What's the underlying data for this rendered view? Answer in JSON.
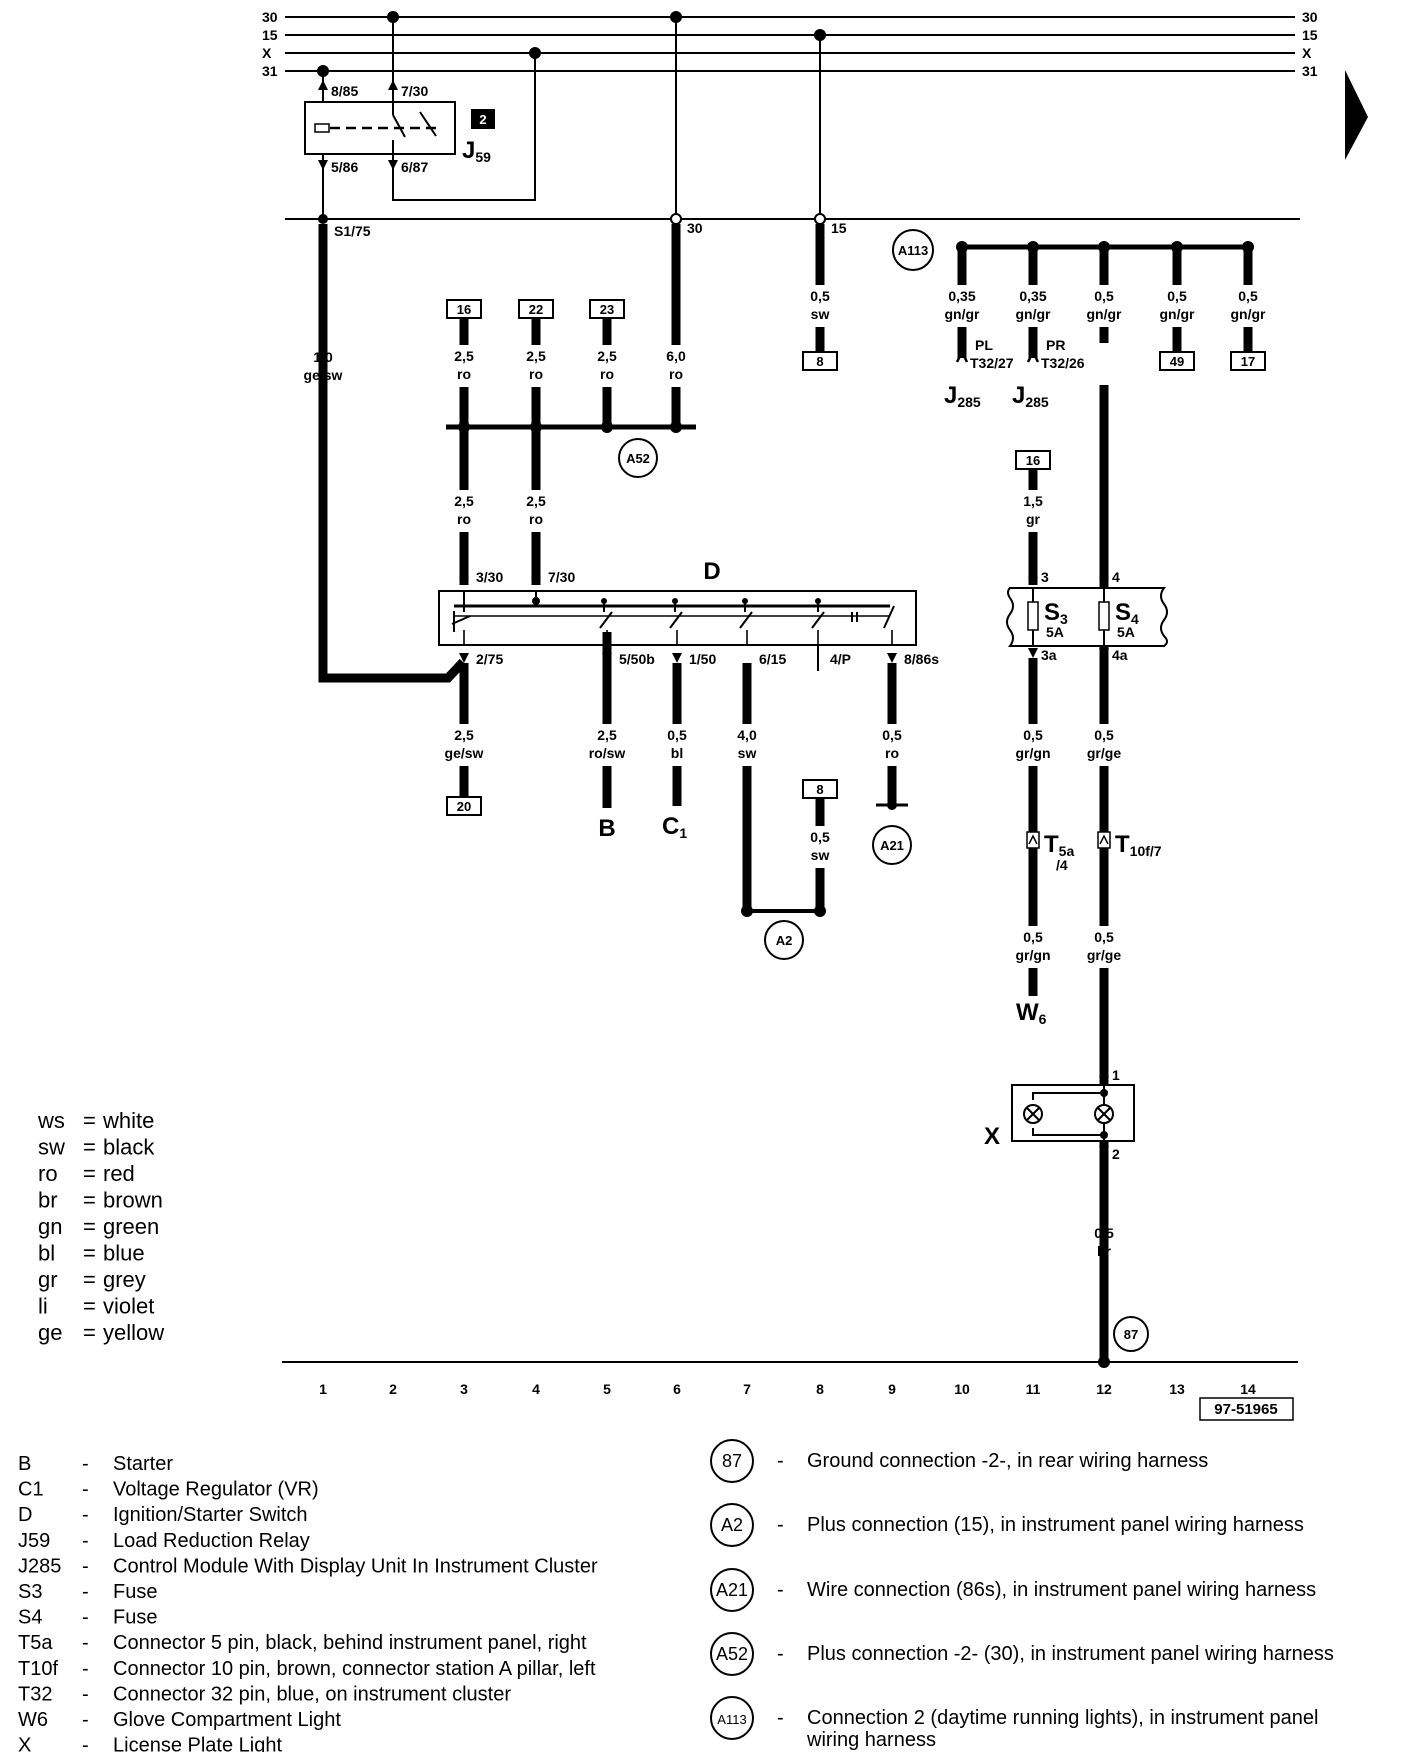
{
  "bus": {
    "left": [
      "30",
      "15",
      "X",
      "31"
    ],
    "right": [
      "30",
      "15",
      "X",
      "31"
    ]
  },
  "relay": {
    "name": "J",
    "sub": "59",
    "badge": "2",
    "pins": [
      "8/85",
      "7/30",
      "5/86",
      "6/87"
    ]
  },
  "lines": {
    "s175": "S1/75",
    "t30": "30",
    "t15": "15"
  },
  "wires": {
    "w1": {
      "gauge": "1,0",
      "color": "ge/sw"
    },
    "w_16": {
      "gauge": "2,5",
      "color": "ro"
    },
    "w_22": {
      "gauge": "2,5",
      "color": "ro"
    },
    "w_23": {
      "gauge": "2,5",
      "color": "ro"
    },
    "w_60": {
      "gauge": "6,0",
      "color": "ro"
    },
    "w_sw8": {
      "gauge": "0,5",
      "color": "sw"
    },
    "w_d1": {
      "gauge": "2,5",
      "color": "ro"
    },
    "w_d2": {
      "gauge": "2,5",
      "color": "ro"
    },
    "w_out1": {
      "gauge": "2,5",
      "color": "ge/sw"
    },
    "w_out2": {
      "gauge": "2,5",
      "color": "ro/sw"
    },
    "w_out3": {
      "gauge": "0,5",
      "color": "bl"
    },
    "w_out4": {
      "gauge": "4,0",
      "color": "sw"
    },
    "w_out5": {
      "gauge": "0,5",
      "color": "ro"
    },
    "w_a2": {
      "gauge": "0,5",
      "color": "sw"
    },
    "w_a113_1": {
      "gauge": "0,35",
      "color": "gn/gr"
    },
    "w_a113_2": {
      "gauge": "0,35",
      "color": "gn/gr"
    },
    "w_a113_3": {
      "gauge": "0,5",
      "color": "gn/gr"
    },
    "w_a113_4": {
      "gauge": "0,5",
      "color": "gn/gr"
    },
    "w_a113_5": {
      "gauge": "0,5",
      "color": "gn/gr"
    },
    "w_s3_in": {
      "gauge": "1,5",
      "color": "gr"
    },
    "w_s3_out": {
      "gauge": "0,5",
      "color": "gr/gn"
    },
    "w_s4_out": {
      "gauge": "0,5",
      "color": "gr/ge"
    },
    "w_w6": {
      "gauge": "0,5",
      "color": "gr/gn"
    },
    "w_x_in": {
      "gauge": "0,5",
      "color": "gr/ge"
    },
    "w_gnd": {
      "gauge": "0,5",
      "color": "br"
    }
  },
  "refs": {
    "r16a": "16",
    "r22": "22",
    "r23": "23",
    "r8a": "8",
    "r49": "49",
    "r17": "17",
    "r16b": "16",
    "r20": "20",
    "r8b": "8"
  },
  "switch": {
    "name": "D",
    "pins_top": [
      "3/30",
      "7/30"
    ],
    "pins_bottom": [
      "2/75",
      "5/50b",
      "1/50",
      "6/15",
      "4/P",
      "8/86s"
    ]
  },
  "fuses": {
    "s3": {
      "name": "S",
      "sub": "3",
      "rating": "5A",
      "pin_in": "3",
      "pin_out": "3a"
    },
    "s4": {
      "name": "S",
      "sub": "4",
      "rating": "5A",
      "pin_in": "4",
      "pin_out": "4a"
    }
  },
  "connectors": {
    "t5a": {
      "name": "T",
      "sub": "5a",
      "pin": "/4"
    },
    "t10f": {
      "name": "T",
      "sub": "10f/7"
    },
    "pl": {
      "tag": "PL",
      "pin": "T32/27"
    },
    "pr": {
      "tag": "PR",
      "pin": "T32/26"
    }
  },
  "components": {
    "j285a": {
      "name": "J",
      "sub": "285"
    },
    "j285b": {
      "name": "J",
      "sub": "285"
    },
    "b": "B",
    "c1": {
      "name": "C",
      "sub": "1"
    },
    "w6": {
      "name": "W",
      "sub": "6"
    },
    "x": "X",
    "x_pin1": "1",
    "x_pin2": "2"
  },
  "circles": {
    "a113": "A113",
    "a52": "A52",
    "a21": "A21",
    "a2": "A2",
    "g87": "87"
  },
  "grid": [
    "1",
    "2",
    "3",
    "4",
    "5",
    "6",
    "7",
    "8",
    "9",
    "10",
    "11",
    "12",
    "13",
    "14"
  ],
  "sheet_id": "97-51965",
  "color_key": [
    {
      "code": "ws",
      "name": "white"
    },
    {
      "code": "sw",
      "name": "black"
    },
    {
      "code": "ro",
      "name": "red"
    },
    {
      "code": "br",
      "name": "brown"
    },
    {
      "code": "gn",
      "name": "green"
    },
    {
      "code": "bl",
      "name": "blue"
    },
    {
      "code": "gr",
      "name": "grey"
    },
    {
      "code": "li",
      "name": "violet"
    },
    {
      "code": "ge",
      "name": "yellow"
    }
  ],
  "component_legend": [
    {
      "code": "B",
      "desc": "Starter"
    },
    {
      "code": "C1",
      "desc": "Voltage Regulator (VR)"
    },
    {
      "code": "D",
      "desc": "Ignition/Starter Switch"
    },
    {
      "code": "J59",
      "desc": "Load Reduction Relay"
    },
    {
      "code": "J285",
      "desc": "Control Module With Display Unit In  Instrument Cluster"
    },
    {
      "code": "S3",
      "desc": "Fuse"
    },
    {
      "code": "S4",
      "desc": "Fuse"
    },
    {
      "code": "T5a",
      "desc": "Connector 5 pin, black, behind instrument panel, right"
    },
    {
      "code": "T10f",
      "desc": "Connector 10 pin, brown, connector station A pillar, left"
    },
    {
      "code": "T32",
      "desc": "Connector 32 pin, blue, on  instrument cluster"
    },
    {
      "code": "W6",
      "desc": "Glove Compartment Light"
    },
    {
      "code": "X",
      "desc": "License Plate Light"
    }
  ],
  "connection_legend": [
    {
      "id": "87",
      "desc": "Ground connection -2-, in rear wiring harness"
    },
    {
      "id": "A2",
      "desc": "Plus connection (15), in instrument panel wiring harness"
    },
    {
      "id": "A21",
      "desc": "Wire connection (86s), in instrument panel wiring harness"
    },
    {
      "id": "A52",
      "desc": "Plus connection -2- (30), in instrument panel wiring harness"
    },
    {
      "id": "A113",
      "desc": "Connection 2 (daytime running lights), in instrument panel",
      "desc2": "wiring harness"
    }
  ]
}
